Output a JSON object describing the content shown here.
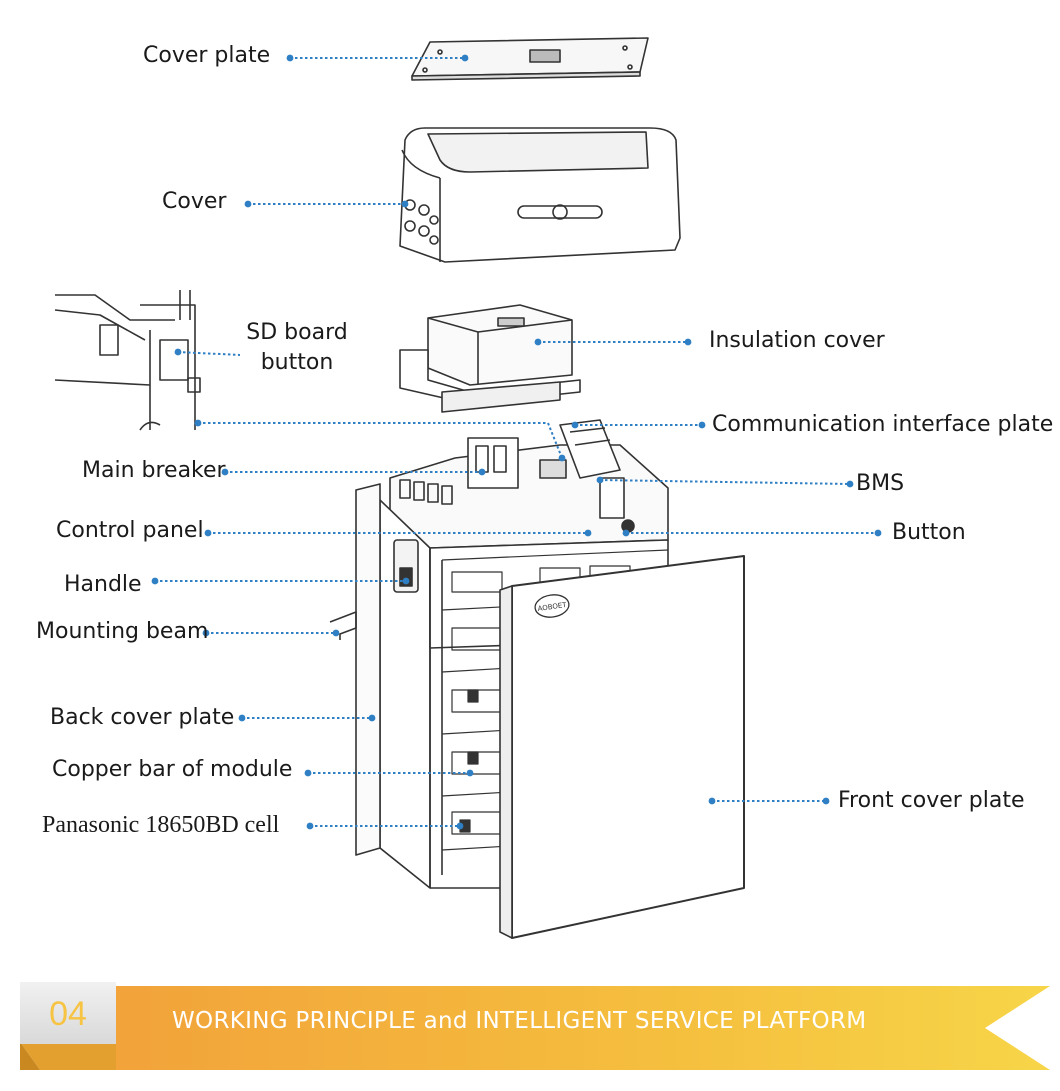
{
  "labels": {
    "cover_plate": "Cover plate",
    "cover": "Cover",
    "sd_board_button_line1": "SD board",
    "sd_board_button_line2": "button",
    "insulation_cover": "Insulation cover",
    "communication_interface_plate": "Communication interface plate",
    "main_breaker": "Main breaker",
    "bms": "BMS",
    "control_panel": "Control panel",
    "button": "Button",
    "handle": "Handle",
    "mounting_beam": "Mounting beam",
    "back_cover_plate": "Back cover plate",
    "copper_bar_of_module": "Copper bar of module",
    "panasonic_cell": "Panasonic 18650BD cell",
    "front_cover_plate": "Front cover plate"
  },
  "brand_logo_text": "AOBOET",
  "banner": {
    "section_number": "04",
    "title": "WORKING PRINCIPLE and INTELLIGENT SERVICE PLATFORM"
  },
  "colors": {
    "leader_line": "#2f7fc4",
    "line_art": "#333333",
    "banner_orange": "#f2a23a",
    "banner_yellow": "#f7d548",
    "number_color": "#f6c343"
  }
}
